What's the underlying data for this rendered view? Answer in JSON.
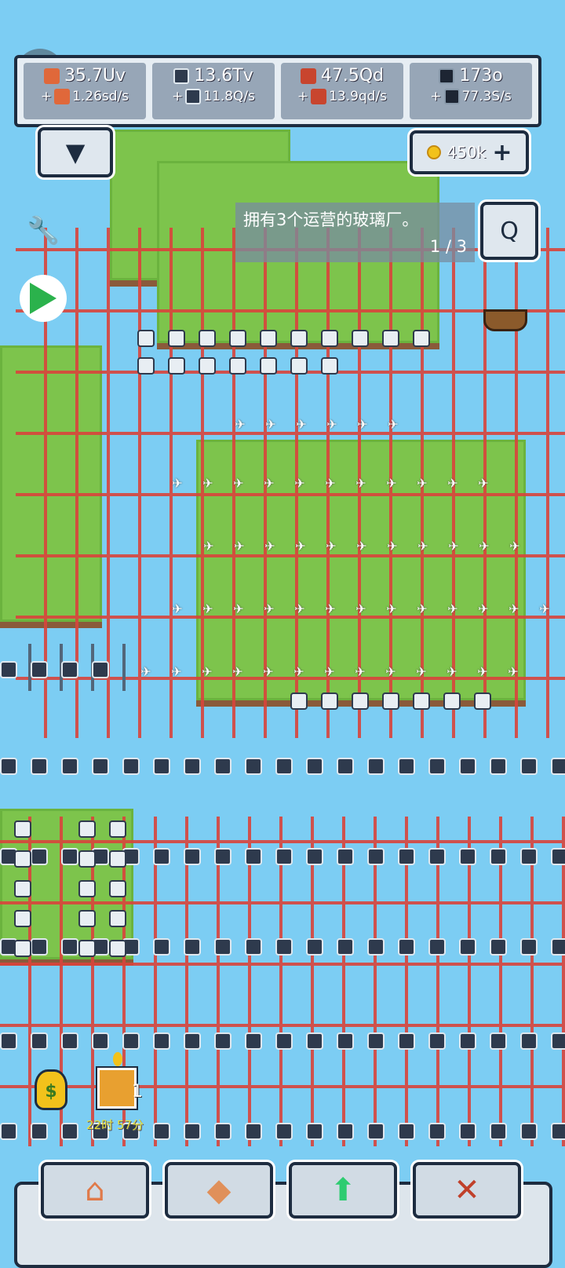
{
  "resources": [
    {
      "name": "copper",
      "amount": "35.7Uv",
      "rate": "1.26sd/s",
      "color": "#e0683a"
    },
    {
      "name": "silicon",
      "amount": "13.6Tv",
      "rate": "11.8Q/s",
      "color": "#2e3a4d"
    },
    {
      "name": "brick",
      "amount": "47.5Qd",
      "rate": "13.9qd/s",
      "color": "#c8452e"
    },
    {
      "name": "chip",
      "amount": "173o",
      "rate": "77.3S/s",
      "color": "#1d2533"
    }
  ],
  "rate_prefix": "+",
  "coins": {
    "amount": "450k",
    "plus": "+"
  },
  "quest": {
    "text": "拥有3个运营的玻璃厂。",
    "progress": "1 / 3",
    "button": "Q"
  },
  "chest": {
    "count": "1",
    "timer": "22时 57分"
  },
  "colors": {
    "water": "#7ccdf3",
    "grass": "#7dc44c",
    "wire": "#d9443c"
  }
}
